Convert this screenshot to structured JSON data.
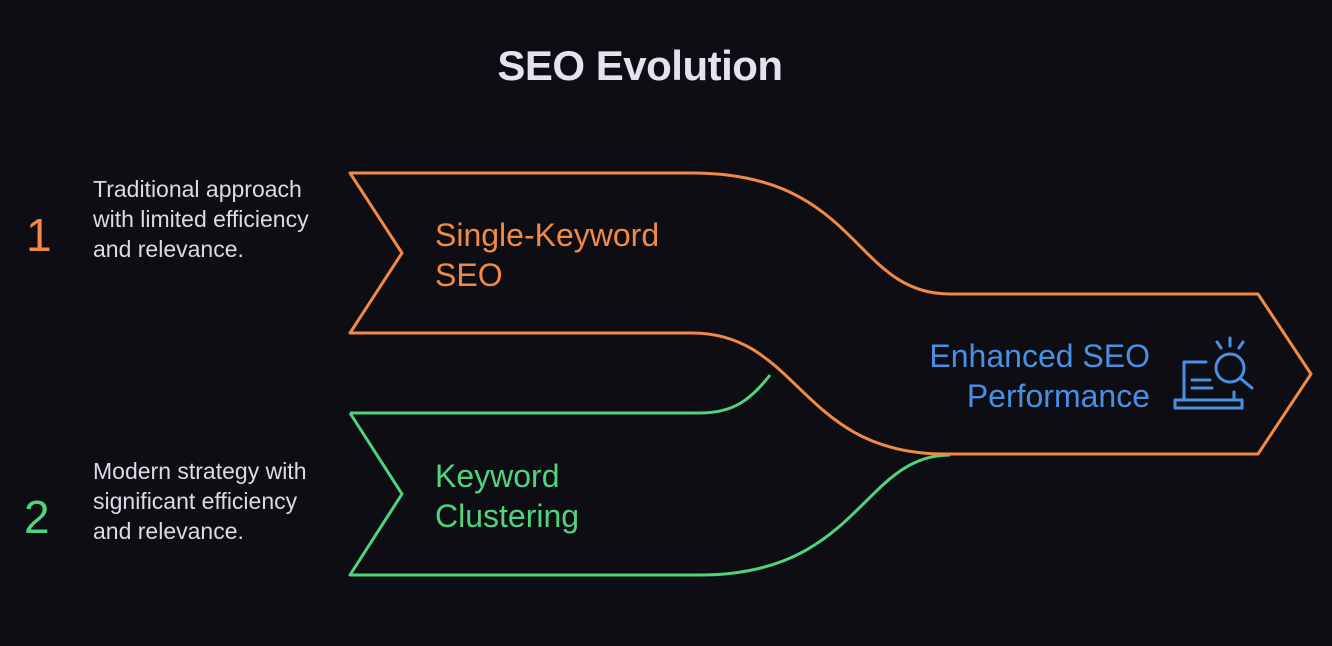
{
  "title": "SEO Evolution",
  "steps": [
    {
      "number": "1",
      "description": "Traditional approach with limited efficiency and relevance.",
      "label": "Single-Keyword SEO",
      "color": "#f08a44"
    },
    {
      "number": "2",
      "description": "Modern strategy with significant efficiency and relevance.",
      "label": "Keyword Clustering",
      "color": "#4fd37c"
    }
  ],
  "result": {
    "label": "Enhanced SEO Performance",
    "icon": "laptop-search-icon",
    "color": "#4a90e2"
  }
}
